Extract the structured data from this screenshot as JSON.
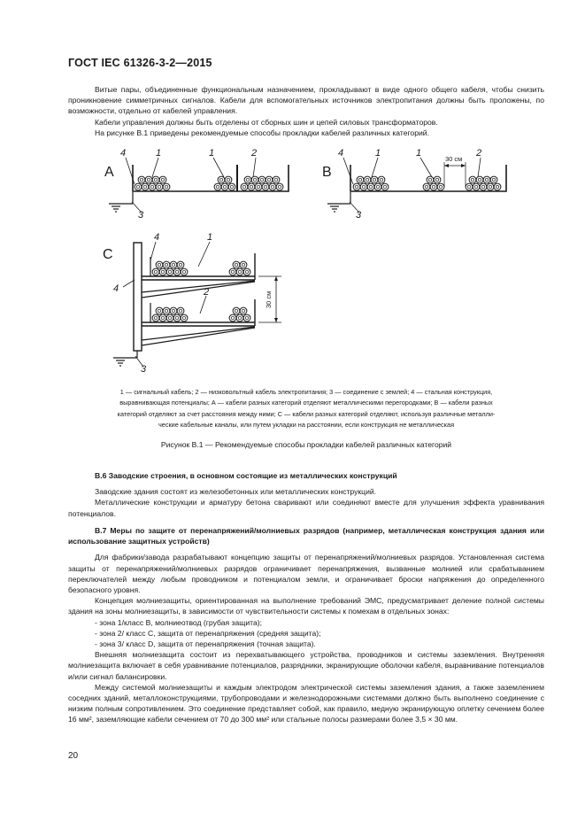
{
  "header": {
    "title": "ГОСТ IEC 61326-3-2—2015"
  },
  "intro": [
    "Витые пары, объединенные функциональным назначением, прокладывают в виде одного общего кабеля, чтобы снизить проникновение симметричных сигналов. Кабели для вспомогательных источников электропитания должны быть проложены, по возможности, отдельно от кабелей управления.",
    "Кабели управления должны быть отделены от сборных шин и цепей силовых трансформаторов.",
    "На рисунке В.1 приведены рекомендуемые способы прокладки кабелей различных категорий."
  ],
  "figure": {
    "panel_a": "A",
    "panel_b": "B",
    "panel_c": "C",
    "callout_1": "1",
    "callout_2": "2",
    "callout_3": "3",
    "callout_4": "4",
    "dim_b": "30 см",
    "dim_c": "30 см"
  },
  "legend": {
    "line1": "1 — сигнальный кабель; 2 — низковольтный кабель электропитания; 3 — соединение с землей; 4 — стальная конструкция,",
    "line2": "выравнивающая потенциалы; А — кабели разных категорий отделяют металлическими перегородками; В — кабели разных",
    "line3": "категорий отделяют за счет расстояния между ними; С — кабели разных категорий отделяют, используя различные металли-",
    "line4": "ческие кабельные каналы, или путем укладки на расстоянии, если конструкция не металлическая"
  },
  "caption": "Рисунок В.1 — Рекомендуемые способы прокладки кабелей различных категорий",
  "section_b6": {
    "heading": "В.6 Заводские строения, в основном состоящие из металлических конструкций",
    "p1": "Заводские здания состоят из железобетонных или металлических конструкций.",
    "p2": "Металлические конструкции и арматуру бетона сваривают или соединяют вместе для улучшения эффекта уравнивания потенциалов."
  },
  "section_b7": {
    "heading": "В.7 Меры по защите от перенапряжений/молниевых разрядов (например, металлическая конструкция здания или использование защитных устройств)",
    "p1": "Для фабрики/завода разрабатывают концепцию защиты от перенапряжений/молниевых разрядов. Установленная система защиты от перенапряжений/молниевых разрядов ограничивает перенапряжения, вызванные молнией или срабатыванием переключателей между любым проводником и потенциалом земли, и ограничивает броски напряжения до определенного безопасного уровня.",
    "p2": "Концепция молниезащиты, ориентированная на выполнение требований ЭМС, предусматривает деление полной системы здания на зоны молниезащиты, в зависимости от чувствительности системы к помехам в отдельных зонах:",
    "items": [
      "- зона 1/класс В, молниеотвод (грубая защита);",
      "- зона 2/ класс С, защита от перенапряжения (средняя защита);",
      "- зона 3/ класс D, защита от перенапряжения (точная защита)."
    ],
    "p3": "Внешняя молниезащита состоит из перехватывающего устройства, проводников и системы заземления. Внутренняя молниезащита включает в себя уравнивание потенциалов, разрядники, экранирующие оболочки кабеля, выравнивание потенциалов и/или сигнал балансировки.",
    "p4": "Между системой молниезащиты и каждым электродом электрической системы заземления здания, а также заземлением соседних зданий, металлоконструкциями, трубопроводами и железнодорожными системами должно быть выполнено соединение с низким полным сопротивлением. Это соединение представляет собой, как правило, медную экранирующую оплетку сечением более 16 мм², заземляющие кабели сечением от 70 до 300 мм² или стальные полосы размерами более 3,5 × 30 мм."
  },
  "page_number": "20"
}
